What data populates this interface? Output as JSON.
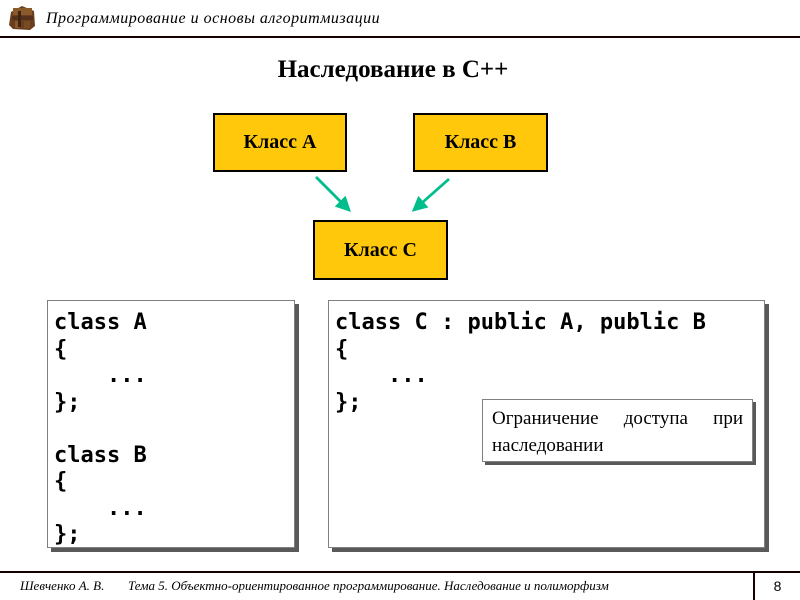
{
  "header": {
    "course_title": "Программирование и основы алгоритмизации"
  },
  "slide_title": "Наследование в C++",
  "diagram": {
    "boxes": [
      {
        "label": "Класс A"
      },
      {
        "label": "Класс B"
      },
      {
        "label": "Класс C"
      }
    ],
    "box_fill": "#ffc80a",
    "box_border": "#000000",
    "arrow_color": "#00be8c"
  },
  "code_left": {
    "lines": [
      "class A",
      "{",
      "    ...",
      "};",
      "",
      "class B",
      "{",
      "    ...",
      "};"
    ]
  },
  "code_right": {
    "lines": [
      "class C : public A, public B",
      "{",
      "    ...",
      "};"
    ]
  },
  "callout": {
    "line1": "Ограничение доступа при",
    "line2": "наследовании"
  },
  "footer": {
    "author": "Шевченко А. В.",
    "topic": "Тема 5. Объектно-ориентированное программирование. Наследование и полиморфизм",
    "page": "8"
  }
}
